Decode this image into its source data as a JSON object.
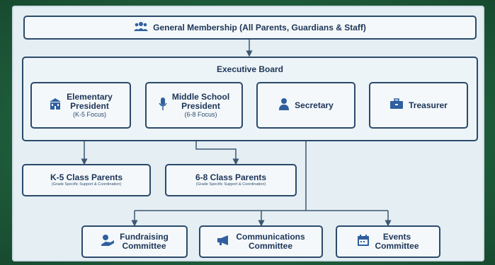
{
  "general_membership": {
    "label": "General Membership (All Parents, Guardians & Staff)",
    "icon": "people-group-icon"
  },
  "executive_board": {
    "label": "Executive Board",
    "elementary": {
      "title_line1": "Elementary",
      "title_line2": "President",
      "focus": "(K-5 Focus)",
      "icon": "school-building-icon"
    },
    "middle": {
      "title_line1": "Middle School",
      "title_line2": "President",
      "focus": "(6-8 Focus)",
      "icon": "microphone-icon"
    },
    "secretary": {
      "title": "Secretary",
      "icon": "person-bust-icon"
    },
    "treasurer": {
      "title": "Treasurer",
      "icon": "briefcase-icon"
    }
  },
  "class_parents": [
    {
      "title": "K-5 Class Parents",
      "note": "(Grade Specific Support & Coordination)"
    },
    {
      "title": "6-8 Class Parents",
      "note": "(Grade Specific Support & Coordination)"
    }
  ],
  "committees": [
    {
      "line1": "Fundraising",
      "line2": "Committee",
      "icon": "hand-coin-icon"
    },
    {
      "line1": "Communications",
      "line2": "Committee",
      "icon": "megaphone-icon"
    },
    {
      "line1": "Events",
      "line2": "Committee",
      "icon": "calendar-icon"
    }
  ],
  "colors": {
    "background": "#1f5f3d",
    "panel": "#e4eef3",
    "border": "#2b4a6b",
    "text": "#1d3557",
    "icon": "#2f5f9e"
  }
}
